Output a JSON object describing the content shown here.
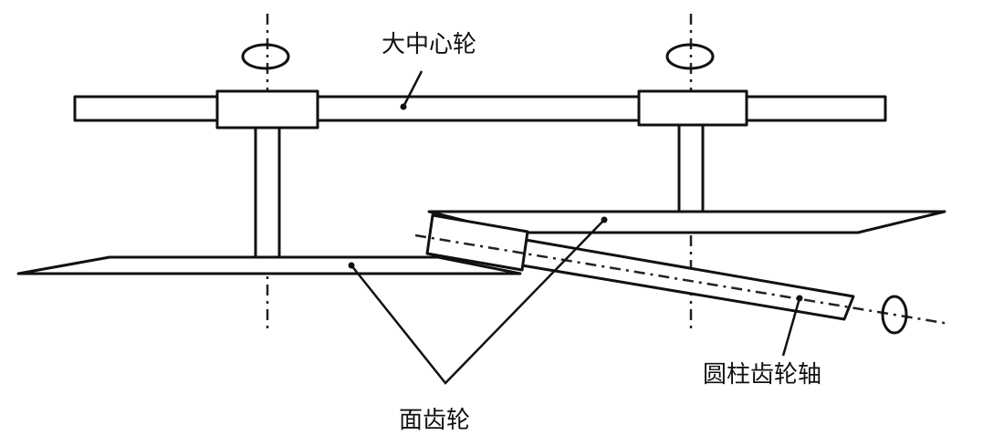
{
  "diagram": {
    "labels": {
      "large_center_gear": "大中心轮",
      "face_gear": "面齿轮",
      "spur_gear_shaft": "圆柱齿轮轴"
    }
  }
}
